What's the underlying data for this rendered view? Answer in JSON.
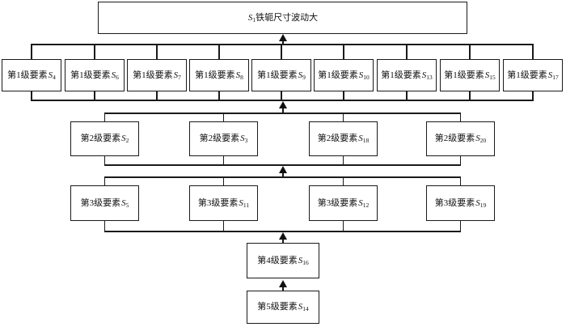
{
  "diagram": {
    "type": "hierarchy-diagram",
    "background_color": "#ffffff",
    "line_color": "#1a1a1a",
    "var": "S",
    "top": {
      "sub": "1",
      "text": "铁轭尺寸波动大"
    },
    "levels": [
      {
        "prefix": "第1级要素",
        "subs": [
          "4",
          "6",
          "7",
          "8",
          "9",
          "10",
          "13",
          "15",
          "17"
        ]
      },
      {
        "prefix": "第2级要素",
        "subs": [
          "2",
          "3",
          "18",
          "20"
        ]
      },
      {
        "prefix": "第3级要素",
        "subs": [
          "5",
          "11",
          "12",
          "19"
        ]
      },
      {
        "prefix": "第4级要素",
        "subs": [
          "16"
        ]
      },
      {
        "prefix": "第5级要素",
        "subs": [
          "14"
        ]
      }
    ]
  }
}
